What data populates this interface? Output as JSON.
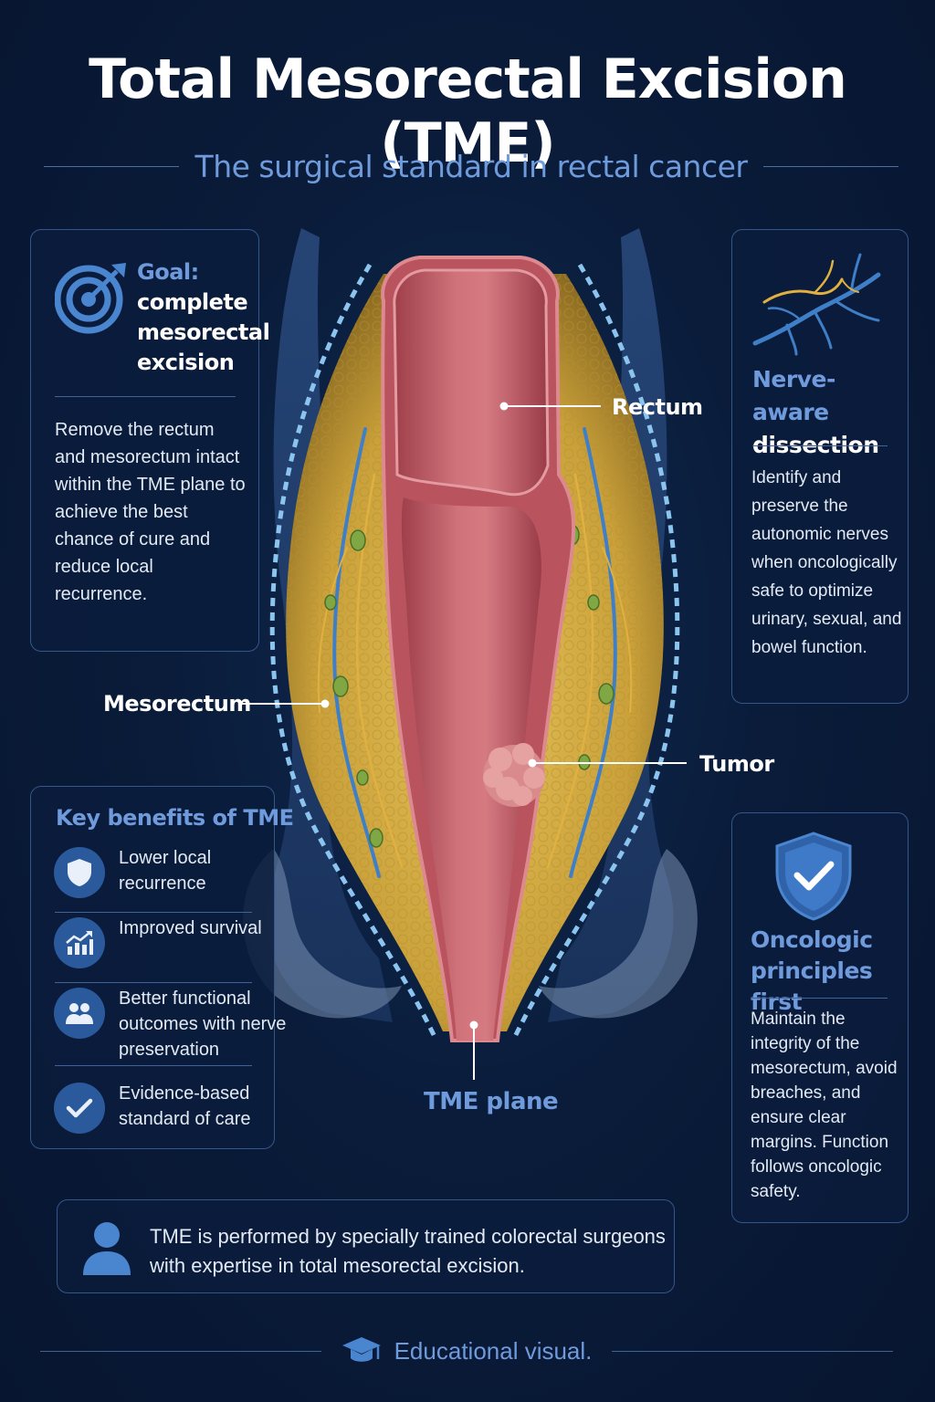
{
  "title": "Total Mesorectal Excision (TME)",
  "subtitle": "The surgical standard in rectal cancer",
  "goal": {
    "icon": "target-icon",
    "heading_accent": "Goal:",
    "heading": "complete mesorectal excision",
    "body": "Remove the rectum and mesorectum intact within the TME plane to achieve the best chance of cure and reduce local recurrence."
  },
  "nerve": {
    "icon": "nerve-icon",
    "heading_accent": "Nerve-aware",
    "heading": "dissection",
    "body": "Identify and preserve the autonomic nerves when oncologically safe to optimize urinary, sexual, and bowel function."
  },
  "benefits": {
    "heading": "Key benefits of TME",
    "items": [
      {
        "icon": "shield-icon",
        "text": "Lower local recurrence"
      },
      {
        "icon": "chart-up-icon",
        "text": "Improved survival"
      },
      {
        "icon": "people-icon",
        "text": "Better functional outcomes with nerve preservation"
      },
      {
        "icon": "check-icon",
        "text": "Evidence-based standard of care"
      }
    ]
  },
  "oncologic": {
    "icon": "shield-check-icon",
    "heading": "Oncologic principles first",
    "body": "Maintain the integrity of the mesorectum, avoid breaches, and ensure clear margins. Function follows oncologic safety."
  },
  "note": {
    "icon": "person-icon",
    "text": "TME is performed by specially trained colorectal surgeons with expertise in total mesorectal excision."
  },
  "footer": {
    "icon": "graduation-cap-icon",
    "text": "Educational visual."
  },
  "labels": {
    "rectum": "Rectum",
    "mesorectum": "Mesorectum",
    "tumor": "Tumor",
    "tme_plane": "TME plane"
  },
  "colors": {
    "accent": "#6f9bdc",
    "background": "#0a1c3a",
    "rectum": "#c9616a",
    "fat": "#d4a93c",
    "nerve": "#e0b040",
    "vessel": "#3f7fc8"
  }
}
